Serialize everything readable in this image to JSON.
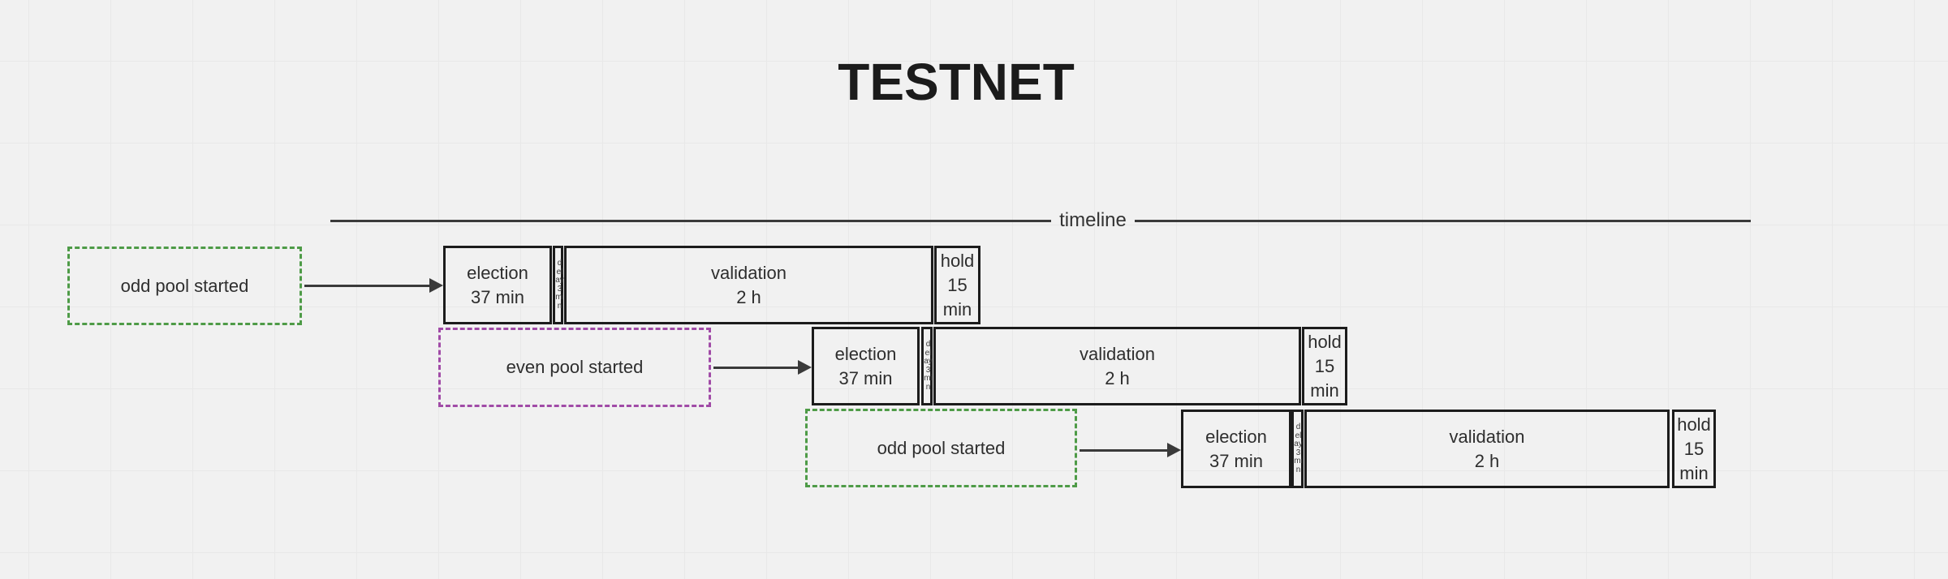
{
  "title": "TESTNET",
  "timeline": {
    "label": "timeline"
  },
  "colors": {
    "background": "#f1f1f1",
    "grid_line": "#e8e8e8",
    "phase_border": "#1c1c1c",
    "timeline_line": "#3a3a3a",
    "odd_pool_border": "#4e9b47",
    "even_pool_border": "#a14ba7",
    "text": "#2e2e2e"
  },
  "rows": [
    {
      "pool": {
        "label": "odd pool started",
        "variant": "odd"
      },
      "election": {
        "name": "election",
        "duration": "37 min"
      },
      "delay": {
        "label": "delay 3 min"
      },
      "validation": {
        "name": "validation",
        "duration": "2 h"
      },
      "hold": {
        "name": "hold",
        "duration": "15 min"
      }
    },
    {
      "pool": {
        "label": "even pool started",
        "variant": "even"
      },
      "election": {
        "name": "election",
        "duration": "37 min"
      },
      "delay": {
        "label": "delay 3 min"
      },
      "validation": {
        "name": "validation",
        "duration": "2 h"
      },
      "hold": {
        "name": "hold",
        "duration": "15 min"
      }
    },
    {
      "pool": {
        "label": "odd pool started",
        "variant": "odd"
      },
      "election": {
        "name": "election",
        "duration": "37 min"
      },
      "delay": {
        "label": "delay 3 min"
      },
      "validation": {
        "name": "validation",
        "duration": "2 h"
      },
      "hold": {
        "name": "hold",
        "duration": "15 min"
      }
    }
  ]
}
